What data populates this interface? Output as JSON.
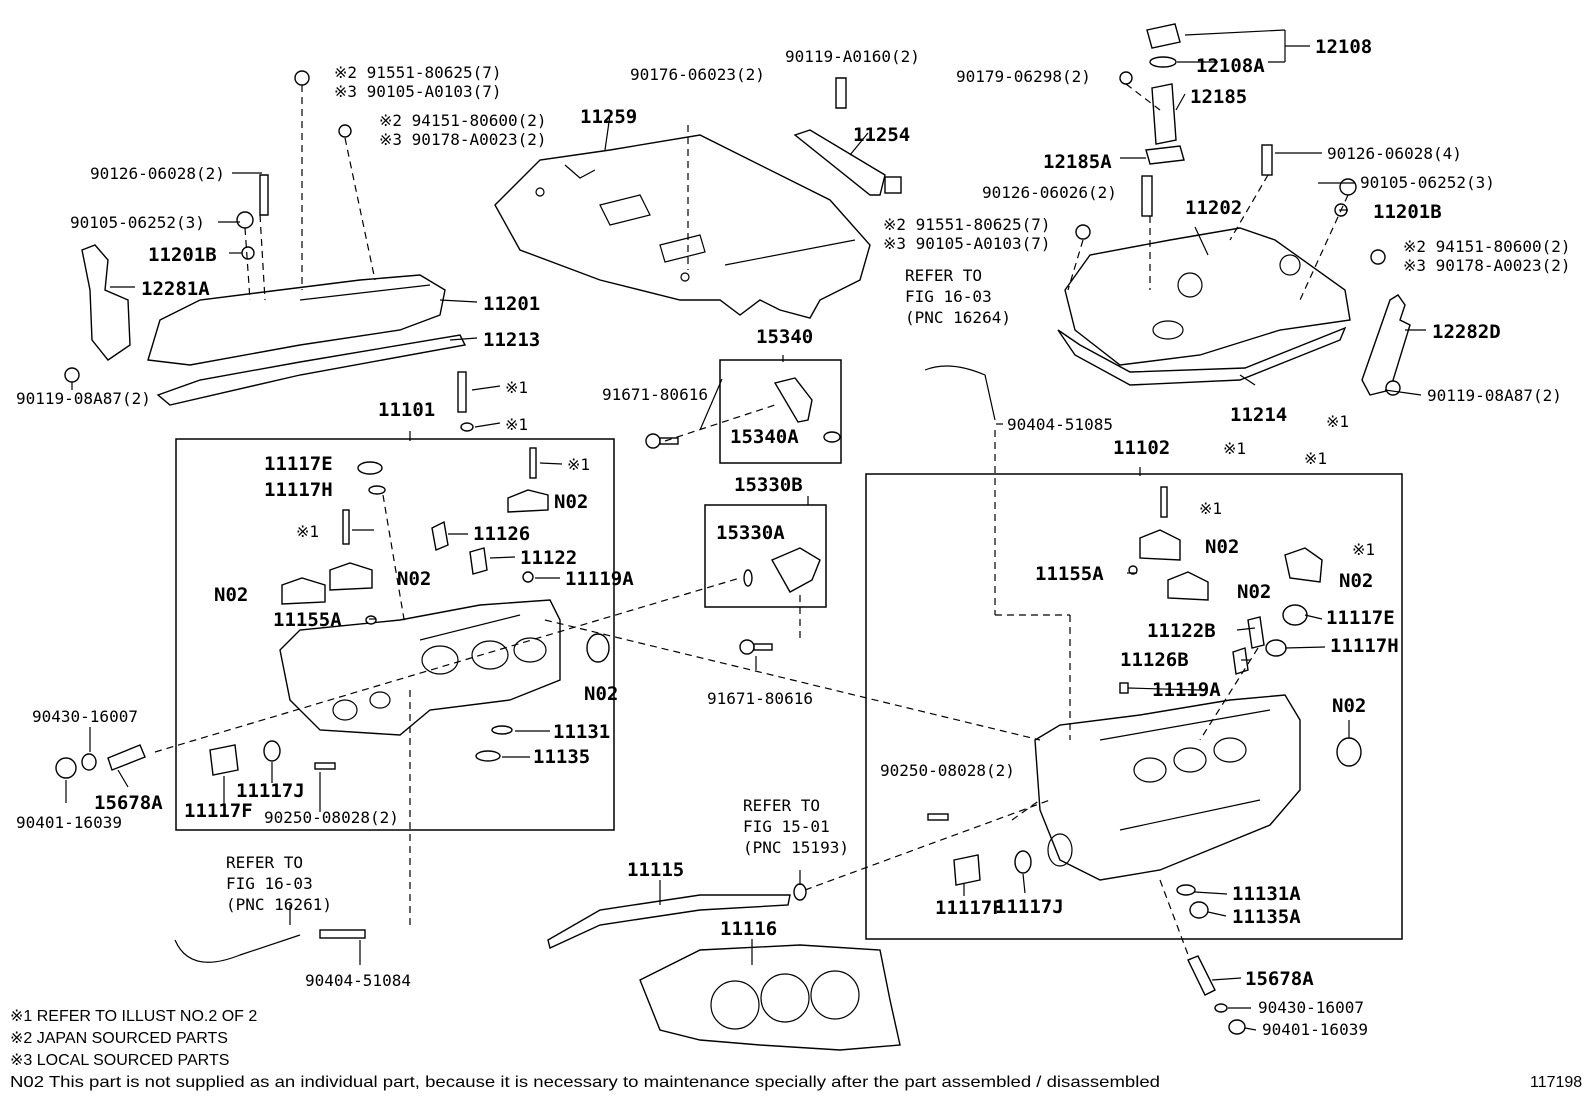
{
  "diagram_id": "117198",
  "labels": {
    "12108": "12108",
    "12108A": "12108A",
    "12185": "12185",
    "12185A": "12185A",
    "90179_06298": "90179-06298(2)",
    "90119_A0160": "90119-A0160(2)",
    "11254": "11254",
    "90176_06023": "90176-06023(2)",
    "11259": "11259",
    "k2_91551_top": "※2 91551-80625(7)",
    "k3_90105_top": "※3 90105-A0103(7)",
    "k2_94151_top": "※2 94151-80600(2)",
    "k3_90178_top": "※3 90178-A0023(2)",
    "90126_06028_l": "90126-06028(2)",
    "90105_06252_l": "90105-06252(3)",
    "11201B_l": "11201B",
    "12281A": "12281A",
    "11201": "11201",
    "11213": "11213",
    "90119_08A87_l": "90119-08A87(2)",
    "k2_91551_mid": "※2 91551-80625(7)",
    "k3_90105_mid": "※3 90105-A0103(7)",
    "90126_06028_r": "90126-06028(4)",
    "90105_06252_r": "90105-06252(3)",
    "90126_06026": "90126-06026(2)",
    "11202": "11202",
    "11201B_r": "11201B",
    "k2_94151_r": "※2 94151-80600(2)",
    "k3_90178_r": "※3 90178-A0023(2)",
    "12282D": "12282D",
    "90119_08A87_r": "90119-08A87(2)",
    "11214": "11214",
    "refer_r1": "REFER TO",
    "refer_r2": "FIG 16-03",
    "refer_r3": "(PNC 16264)",
    "90404_51085": "90404-51085",
    "15340": "15340",
    "91671_80616_a": "91671-80616",
    "15340A": "15340A",
    "15330B": "15330B",
    "15330A": "15330A",
    "91671_80616_b": "91671-80616",
    "11101": "11101",
    "k1_a": "※1",
    "k1_b": "※1",
    "11117E_l": "11117E",
    "11117H_l": "11117H",
    "k1_c": "※1",
    "N02_a": "N02",
    "k1_d": "※1",
    "11126": "11126",
    "11122": "11122",
    "11119A_l": "11119A",
    "N02_b": "N02",
    "N02_c": "N02",
    "11155A_l": "11155A",
    "N02_d": "N02",
    "90430_16007_l": "90430-16007",
    "15678A_l": "15678A",
    "90401_16039_l": "90401-16039",
    "11117F_l": "11117F",
    "11117J_l": "11117J",
    "90250_08028_l": "90250-08028(2)",
    "11131": "11131",
    "11135": "11135",
    "refer_l1": "REFER TO",
    "refer_l2": "FIG 16-03",
    "refer_l3": "(PNC 16261)",
    "90404_51084": "90404-51084",
    "11115": "11115",
    "11116": "11116",
    "refer_m1": "REFER TO",
    "refer_m2": "FIG 15-01",
    "refer_m3": "(PNC 15193)",
    "11102": "11102",
    "k1_e": "※1",
    "k1_f": "※1",
    "k1_g": "※1",
    "k1_h": "※1",
    "k1_i": "※1",
    "N02_e": "N02",
    "11155A_r": "11155A",
    "N02_f": "N02",
    "N02_g": "N02",
    "11122B": "11122B",
    "11117E_r": "11117E",
    "11126B": "11126B",
    "11117H_r": "11117H",
    "11119A_r": "11119A",
    "N02_h": "N02",
    "90250_08028_r": "90250-08028(2)",
    "11117F_r": "11117F",
    "11117J_r": "11117J",
    "11131A": "11131A",
    "11135A": "11135A",
    "15678A_r": "15678A",
    "90430_16007_r": "90430-16007",
    "90401_16039_r": "90401-16039"
  },
  "notes": {
    "n1": "※1 REFER TO ILLUST NO.2 OF 2",
    "n2": "※2 JAPAN SOURCED PARTS",
    "n3": "※3 LOCAL SOURCED PARTS",
    "n4": "N02 This part is not supplied as an individual part, because it is necessary to maintenance specially after the part assembled / disassembled"
  }
}
